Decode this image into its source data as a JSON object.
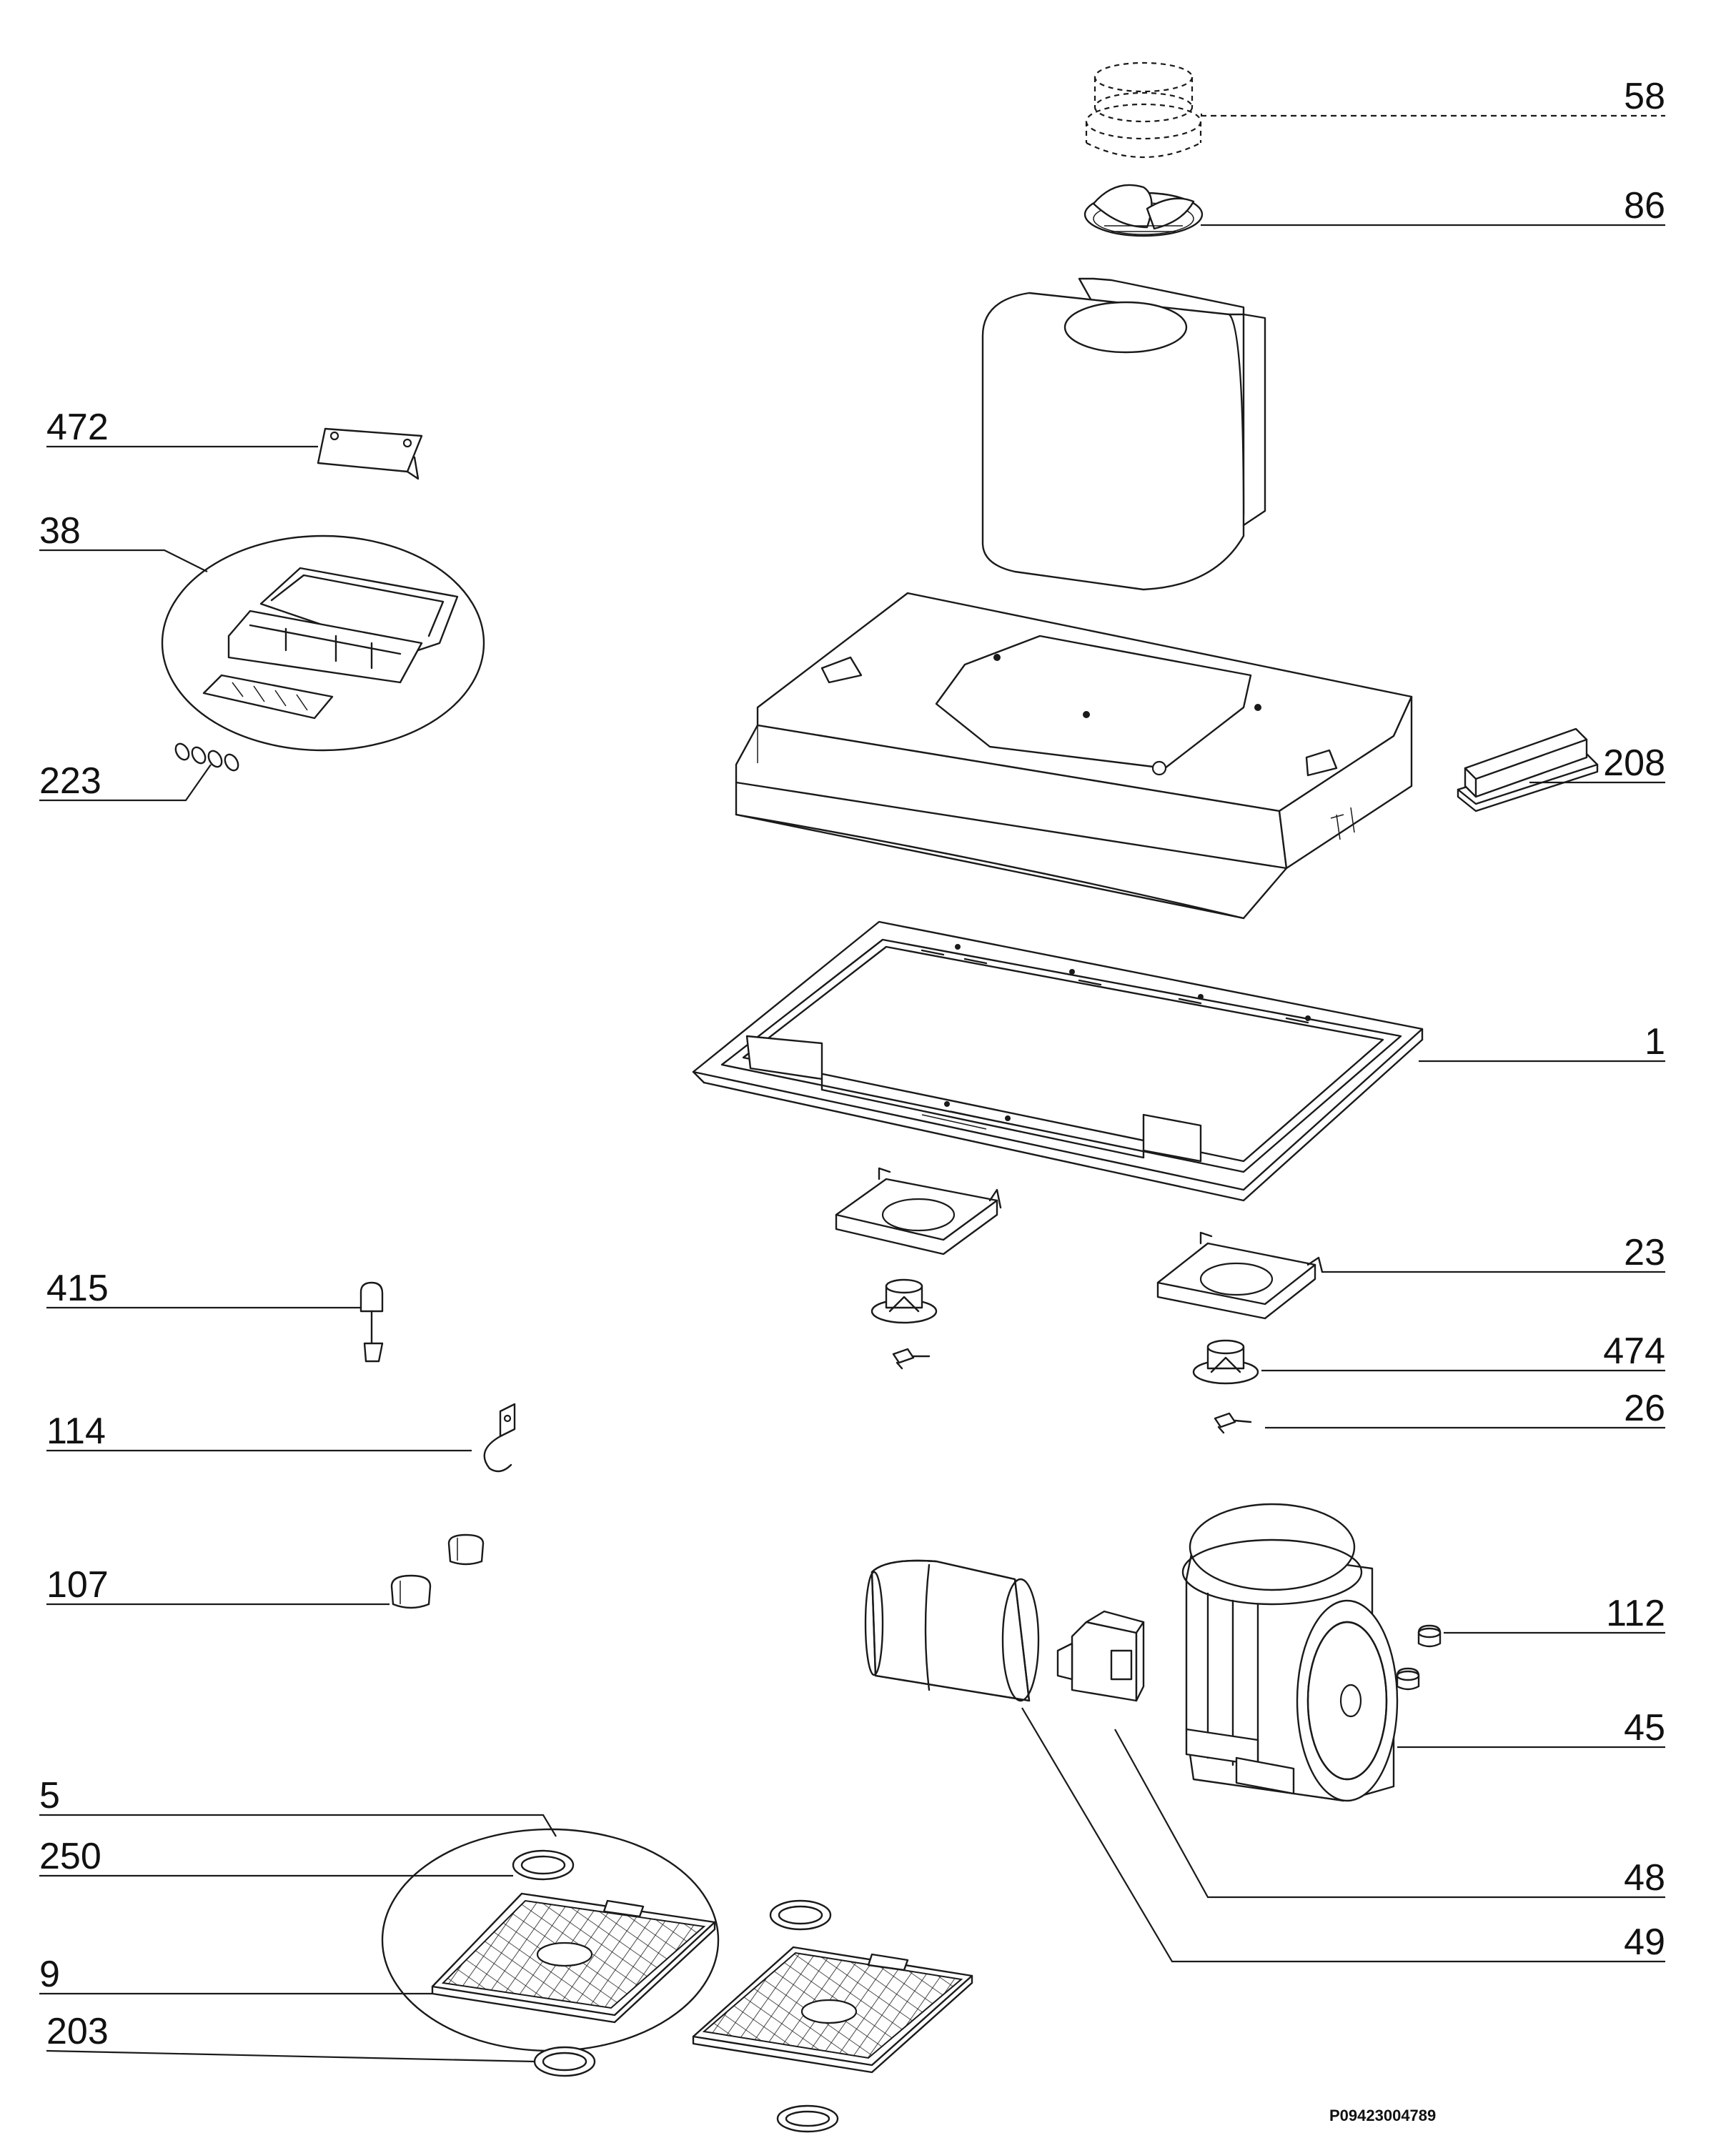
{
  "diagram": {
    "drawing_code": "P09423004789",
    "callouts": [
      {
        "id": "c58",
        "label": "58"
      },
      {
        "id": "c86",
        "label": "86"
      },
      {
        "id": "c472",
        "label": "472"
      },
      {
        "id": "c38",
        "label": "38"
      },
      {
        "id": "c223",
        "label": "223"
      },
      {
        "id": "c208",
        "label": "208"
      },
      {
        "id": "c1",
        "label": "1"
      },
      {
        "id": "c23",
        "label": "23"
      },
      {
        "id": "c415",
        "label": "415"
      },
      {
        "id": "c474",
        "label": "474"
      },
      {
        "id": "c26",
        "label": "26"
      },
      {
        "id": "c114",
        "label": "114"
      },
      {
        "id": "c107",
        "label": "107"
      },
      {
        "id": "c112",
        "label": "112"
      },
      {
        "id": "c45",
        "label": "45"
      },
      {
        "id": "c5",
        "label": "5"
      },
      {
        "id": "c250",
        "label": "250"
      },
      {
        "id": "c48",
        "label": "48"
      },
      {
        "id": "c9",
        "label": "9"
      },
      {
        "id": "c49",
        "label": "49"
      },
      {
        "id": "c203",
        "label": "203"
      }
    ]
  }
}
